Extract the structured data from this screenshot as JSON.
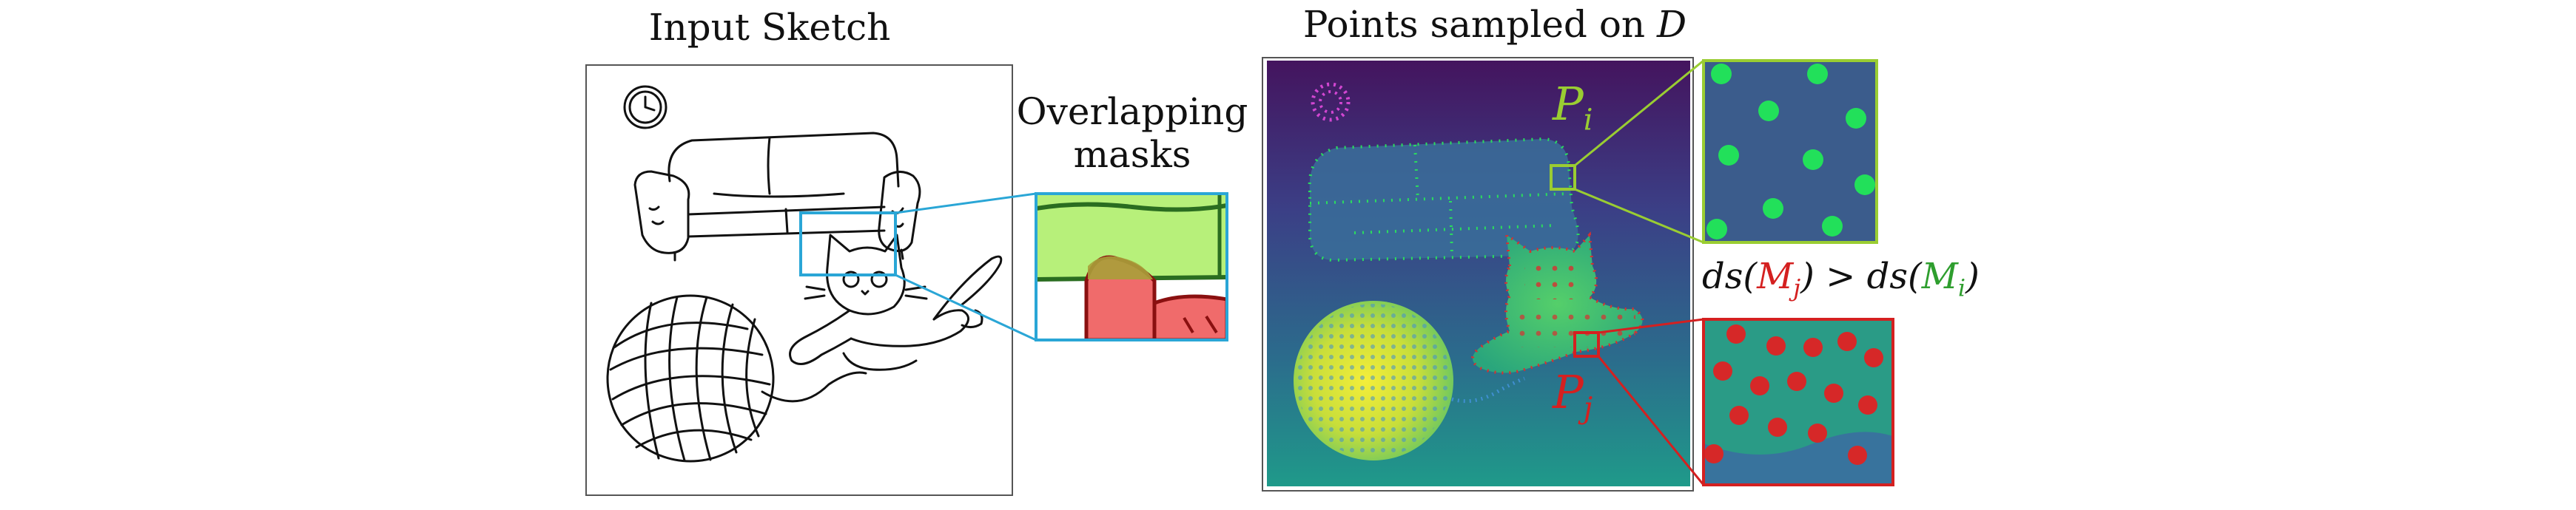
{
  "input_panel": {
    "title": "Input Sketch"
  },
  "overlap_panel": {
    "label_line1": "Overlapping",
    "label_line2": "masks"
  },
  "sampled_panel": {
    "title_prefix": "Points sampled on ",
    "title_var": "D"
  },
  "point_labels": {
    "p_i": "P",
    "p_i_sub": "i",
    "p_j": "P",
    "p_j_sub": "j"
  },
  "equation": {
    "lhs_fn": "ds(",
    "lhs_var": "M",
    "lhs_sub": "j",
    "lhs_close": ")",
    "op": " > ",
    "rhs_fn": "ds(",
    "rhs_var": "M",
    "rhs_sub": "i",
    "rhs_close": ")"
  },
  "colors": {
    "green_accent": "#9acd32",
    "red_accent": "#d42020",
    "cyan_accent": "#2aa6d6",
    "depth_dark": "#44145e",
    "depth_teal": "#1f9a8a",
    "depth_yellow": "#f2ec3a",
    "point_green": "#22e05a",
    "point_red": "#d62828"
  }
}
